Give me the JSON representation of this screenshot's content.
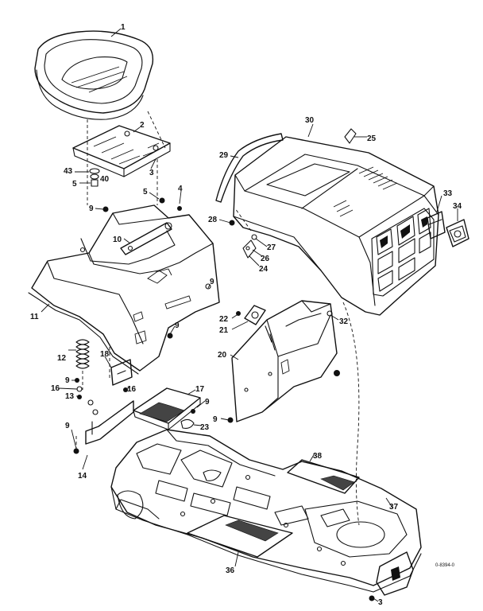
{
  "diagram": {
    "part_labels": [
      "1",
      "2",
      "3",
      "43",
      "40",
      "5",
      "4",
      "5",
      "9",
      "10",
      "11",
      "9",
      "22",
      "21",
      "32",
      "9",
      "12",
      "18",
      "9",
      "16",
      "13",
      "16",
      "9",
      "14",
      "17",
      "9",
      "23",
      "9",
      "20",
      "30",
      "25",
      "29",
      "33",
      "34",
      "28",
      "27",
      "26",
      "24",
      "38",
      "37",
      "36",
      "3"
    ],
    "drawing_code": "0-8394-0"
  }
}
